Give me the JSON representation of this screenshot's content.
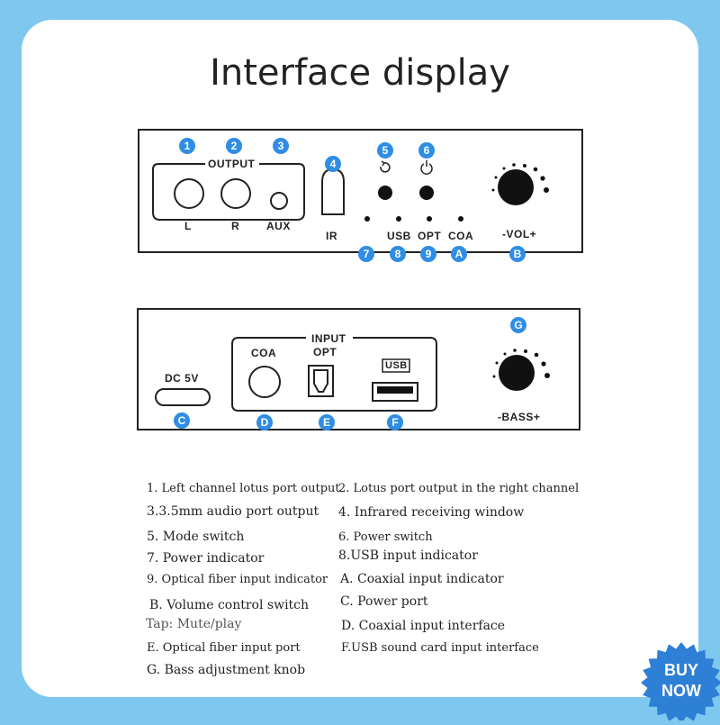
{
  "title": "Interface display",
  "front_panel": {
    "output_label": "OUTPUT",
    "port_L": "L",
    "port_R": "R",
    "port_AUX": "AUX",
    "ir_label": "IR",
    "ind_USB": "USB",
    "ind_OPT": "OPT",
    "ind_COA": "COA",
    "vol_label": "-VOL+",
    "badges": [
      "1",
      "2",
      "3",
      "4",
      "5",
      "6",
      "7",
      "8",
      "9",
      "A",
      "B"
    ]
  },
  "rear_panel": {
    "dc_label": "DC 5V",
    "input_label": "INPUT",
    "opt_label": "OPT",
    "coa_label": "COA",
    "usb_label": "USB",
    "bass_label": "-BASS+",
    "badges": [
      "C",
      "D",
      "E",
      "F",
      "G"
    ]
  },
  "legend": {
    "left": [
      "1. Left channel lotus port output",
      "3.3.5mm audio port output",
      "5. Mode switch",
      "7. Power indicator",
      "9. Optical fiber input indicator",
      "B. Volume control switch",
      "Tap: Mute/play",
      "E. Optical fiber input port",
      "G. Bass adjustment knob"
    ],
    "right": [
      "2. Lotus port output in the right channel",
      "4. Infrared receiving window",
      "6. Power switch",
      "8.USB input indicator",
      "A. Coaxial input indicator",
      "C. Power port",
      "D. Coaxial input interface",
      "F.USB sound card input interface"
    ]
  },
  "buy_badge": {
    "line1": "BUY",
    "line2": "NOW"
  },
  "colors": {
    "background": "#7ec8f0",
    "badge": "#2f8de4",
    "buy": "#2e7fd6"
  },
  "icons": [
    "mode-switch-icon",
    "power-icon",
    "usb-symbol-icon"
  ]
}
